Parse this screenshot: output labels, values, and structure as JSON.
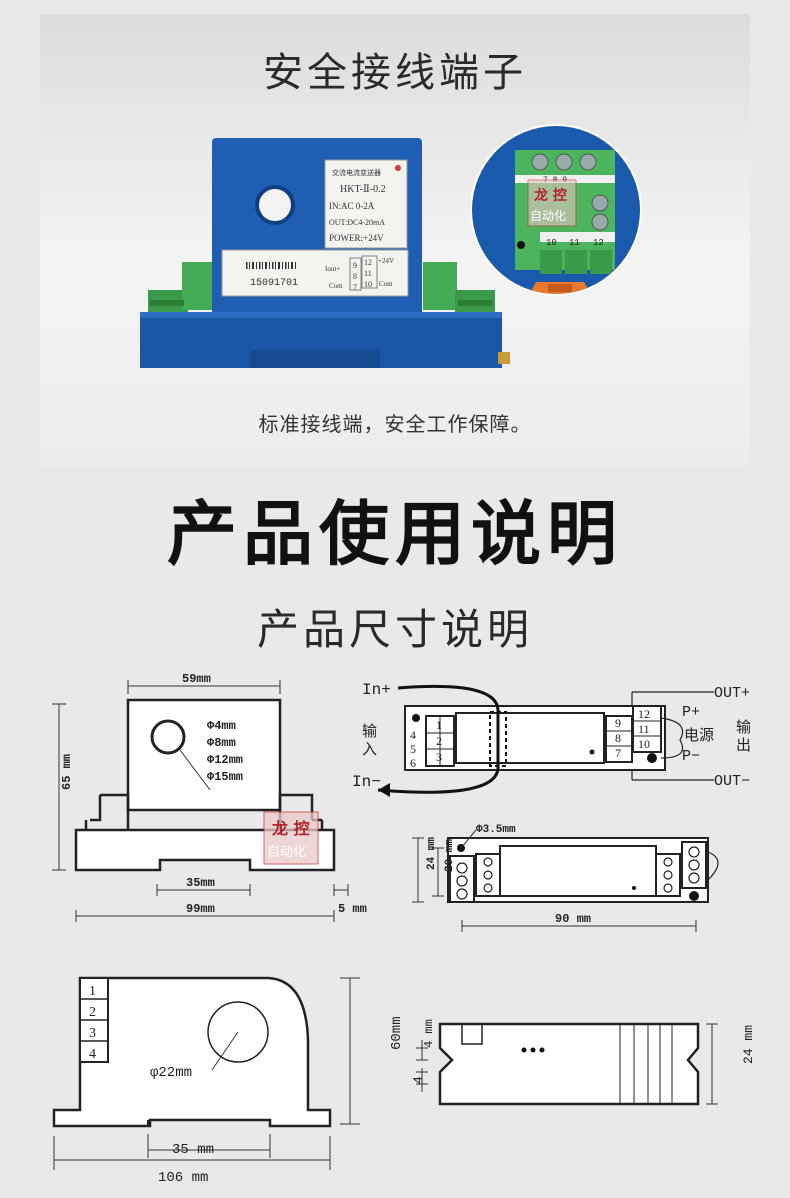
{
  "top_section": {
    "title": "安全接线端子",
    "caption": "标准接线端，安全工作保障。"
  },
  "device_label": {
    "line1": "交流电流变送器",
    "line2": "HKT-Ⅱ-0.2",
    "line3": "IN:AC 0-2A",
    "line4": "OUT:DC4-20mA",
    "line5": "POWER:+24V",
    "serial": "15091701",
    "pin_iout": "Iout+",
    "pin_com": "Com",
    "pin_9": "9",
    "pin_8": "8",
    "pin_7": "7",
    "pin_12": "12",
    "pin_11": "11",
    "pin_10": "10",
    "pin_plus24": "+24V",
    "pin_com2": "Com"
  },
  "zoom_terminal": {
    "top_pins": "7   8   9",
    "bottom_pins": [
      "10",
      "11",
      "12"
    ],
    "watermark_line1": "龙 控",
    "watermark_line2": "自动化"
  },
  "section_title": "产品使用说明",
  "sub_title": "产品尺寸说明",
  "front_view": {
    "width_top": "59mm",
    "height": "65 mm",
    "holes": [
      "Φ4mm",
      "Φ8mm",
      "Φ12mm",
      "Φ15mm"
    ],
    "rail": "35mm",
    "width_total": "99mm",
    "offset": "5 mm",
    "watermark_line1": "龙 控",
    "watermark_line2": "自动化"
  },
  "wiring": {
    "in_plus": "In+",
    "in_minus": "In−",
    "input_label_1": "输",
    "input_label_2": "入",
    "left_pins": [
      "4",
      "5",
      "6"
    ],
    "left_pins2": [
      "1",
      "2",
      "3"
    ],
    "right_pins": [
      "9",
      "8",
      "7"
    ],
    "right_pins2": [
      "12",
      "11",
      "10"
    ],
    "p_plus": "P+",
    "p_minus": "P−",
    "power": "电源",
    "output_1": "输",
    "output_2": "出",
    "out_plus": "OUT+",
    "out_minus": "OUT−"
  },
  "top_view": {
    "hole": "Φ3.5mm",
    "dim_24": "24 mm",
    "dim_20": "20 mm",
    "width": "90 mm"
  },
  "side_view": {
    "pins": [
      "1",
      "2",
      "3",
      "4"
    ],
    "hole": "φ22mm",
    "height": "60mm",
    "rail": "35  mm",
    "width": "106  mm"
  },
  "end_view": {
    "dim_4a": "4 mm",
    "dim_4b": "4",
    "dim_24": "24 mm"
  }
}
